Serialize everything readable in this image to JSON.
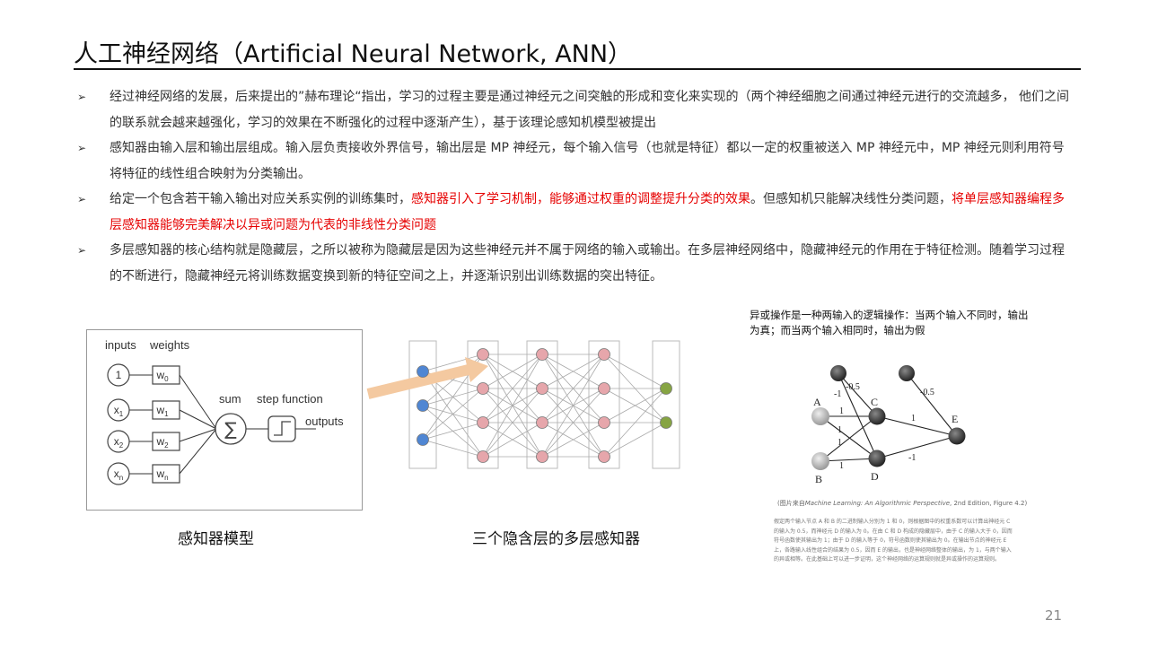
{
  "slide": {
    "title": "人工神经网络（Artificial Neural Network, ANN）",
    "page_number": "21"
  },
  "bullets": [
    {
      "marker": "➢",
      "segments": [
        {
          "text": "经过神经网络的发展，后来提出的”赫布理论“指出，学习的过程主要是通过神经元之间突触的形成和变化来实现的（两个神经细胞之间通过神经元进行的交流越多， 他们之间的联系就会越来越强化，学习的效果在不断强化的过程中逐渐产生），基于该理论感知机模型被提出",
          "red": false
        }
      ]
    },
    {
      "marker": "➢",
      "segments": [
        {
          "text": "感知器由输入层和输出层组成。输入层负责接收外界信号，输出层是 MP 神经元，每个输入信号（也就是特征）都以一定的权重被送入 MP 神经元中，MP 神经元则利用符号将特征的线性组合映射为分类输出。",
          "red": false
        }
      ]
    },
    {
      "marker": "➢",
      "segments": [
        {
          "text": "给定一个包含若干输入输出对应关系实例的训练集时，",
          "red": false
        },
        {
          "text": "感知器引入了学习机制，能够通过权重的调整提升分类的效果",
          "red": true
        },
        {
          "text": "。但感知机只能解决线性分类问题，",
          "red": false
        },
        {
          "text": "将单层感知器编程多层感知器能够完美解决以异或问题为代表的非线性分类问题",
          "red": true
        }
      ]
    },
    {
      "marker": "➢",
      "segments": [
        {
          "text": "多层感知器的核心结构就是隐藏层，之所以被称为隐藏层是因为这些神经元并不属于网络的输入或输出。在多层神经网络中，隐藏神经元的作用在于特征检测。随着学习过程的不断进行，隐藏神经元将训练数据变换到新的特征空间之上，并逐渐识别出训练数据的突出特征。",
          "red": false
        }
      ]
    }
  ],
  "perceptron_figure": {
    "caption": "感知器模型",
    "inputs_label": "inputs",
    "weights_label": "weights",
    "sum_label": "sum",
    "step_label": "step function",
    "outputs_label": "outputs",
    "sum_symbol": "∑",
    "input_nodes": [
      {
        "base": "1",
        "sub": ""
      },
      {
        "base": "x",
        "sub": "1"
      },
      {
        "base": "x",
        "sub": "2"
      },
      {
        "base": "x",
        "sub": "n"
      }
    ],
    "weight_boxes": [
      {
        "base": "w",
        "sub": "0"
      },
      {
        "base": "w",
        "sub": "1"
      },
      {
        "base": "w",
        "sub": "2"
      },
      {
        "base": "w",
        "sub": "n"
      }
    ]
  },
  "mlp_figure": {
    "caption": "三个隐含层的多层感知器",
    "layers": [
      3,
      4,
      4,
      4,
      2
    ],
    "colors": {
      "input": "#4f86d3",
      "hidden": "#e6a6ab",
      "output": "#86a443",
      "arrow": "#f4c9a0"
    }
  },
  "xor_figure": {
    "description": "异或操作是一种两输入的逻辑操作：当两个输入不同时，输出为真；而当两个输入相同时，输出为假",
    "node_labels": {
      "a": "A",
      "b": "B",
      "c": "C",
      "d": "D",
      "e": "E"
    },
    "weights": {
      "bias_c": "-0.5",
      "bias_d": "-1",
      "bias_e": "-0.5",
      "a_c": "1",
      "a_d": "1",
      "b_c": "1",
      "b_d": "1",
      "c_e": "1",
      "d_e": "-1"
    },
    "source_caption_prefix": "(图片来自",
    "source_caption_title": "Machine Learning: An Algorithmic Perspective",
    "source_caption_suffix": ", 2nd Edition, Figure 4.2)",
    "note": "假定两个输入节点 A 和 B 的二进制输入分别为 1 和 0，则根据图中的权重系数可以计算出神经元 C 的输入为 0.5，而神经元 D 的输入为 0。在由 C 和 D 构成的隐藏层中，由于 C 的输入大于 0，因而符号函数使其输出为 1；由于 D 的输入等于 0，符号函数则使其输出为 0。在输出节点的神经元 E 上，各路输入线性组合的结果为 0.5，因而 E 的输出，也是神经网络整体的输出，为 1，与两个输入的异或相等。在此基础上可以进一步证明，这个神经网络的运算规则就是异或操作的运算规则。"
  }
}
